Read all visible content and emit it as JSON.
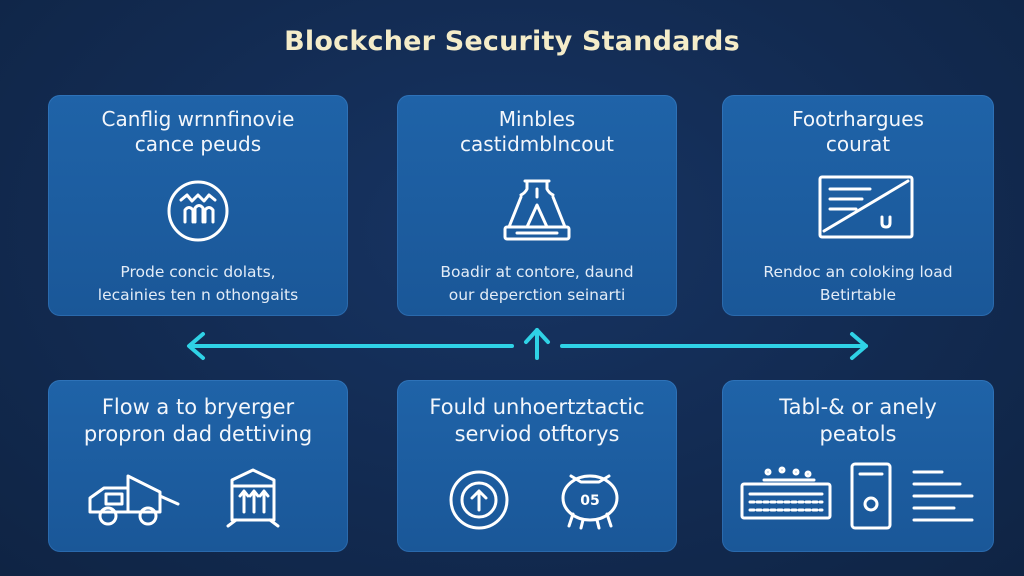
{
  "title": "Blockcher Security Standards",
  "colors": {
    "background": "#12284a",
    "card": "#1d5fa3",
    "title": "#f4ecc9",
    "arrow": "#2fd2e6",
    "icon_stroke": "#ffffff"
  },
  "top_cards": [
    {
      "title_lines": [
        "Canflig wrnnfinovie",
        "cance peuds"
      ],
      "icon": "face-icon",
      "desc_lines": [
        "Prode concic dolats,",
        "lecainies ten n othongaits"
      ]
    },
    {
      "title_lines": [
        "Minbles",
        "castidmblncout"
      ],
      "icon": "lab-device-icon",
      "desc_lines": [
        "Boadir at contore, daund",
        "our deperction seinarti"
      ]
    },
    {
      "title_lines": [
        "Footrhargues",
        "courat"
      ],
      "icon": "document-icon",
      "desc_lines": [
        "Rendoc an coloking load",
        "Betirtable"
      ]
    }
  ],
  "bottom_cards": [
    {
      "title_lines": [
        "Flow a to bryerger",
        "propron dad dettiving"
      ],
      "icons": [
        "truck-icon",
        "cabinet-icon"
      ]
    },
    {
      "title_lines": [
        "Fould unhoertztactic",
        "serviod otftorys"
      ],
      "icons": [
        "upload-circle-icon",
        "lock-badge-icon"
      ],
      "icon_label": "05"
    },
    {
      "title_lines": [
        "Tabl-& or anely",
        "peatols"
      ],
      "icons": [
        "server-panel-icon",
        "device-icon",
        "list-icon"
      ]
    }
  ]
}
